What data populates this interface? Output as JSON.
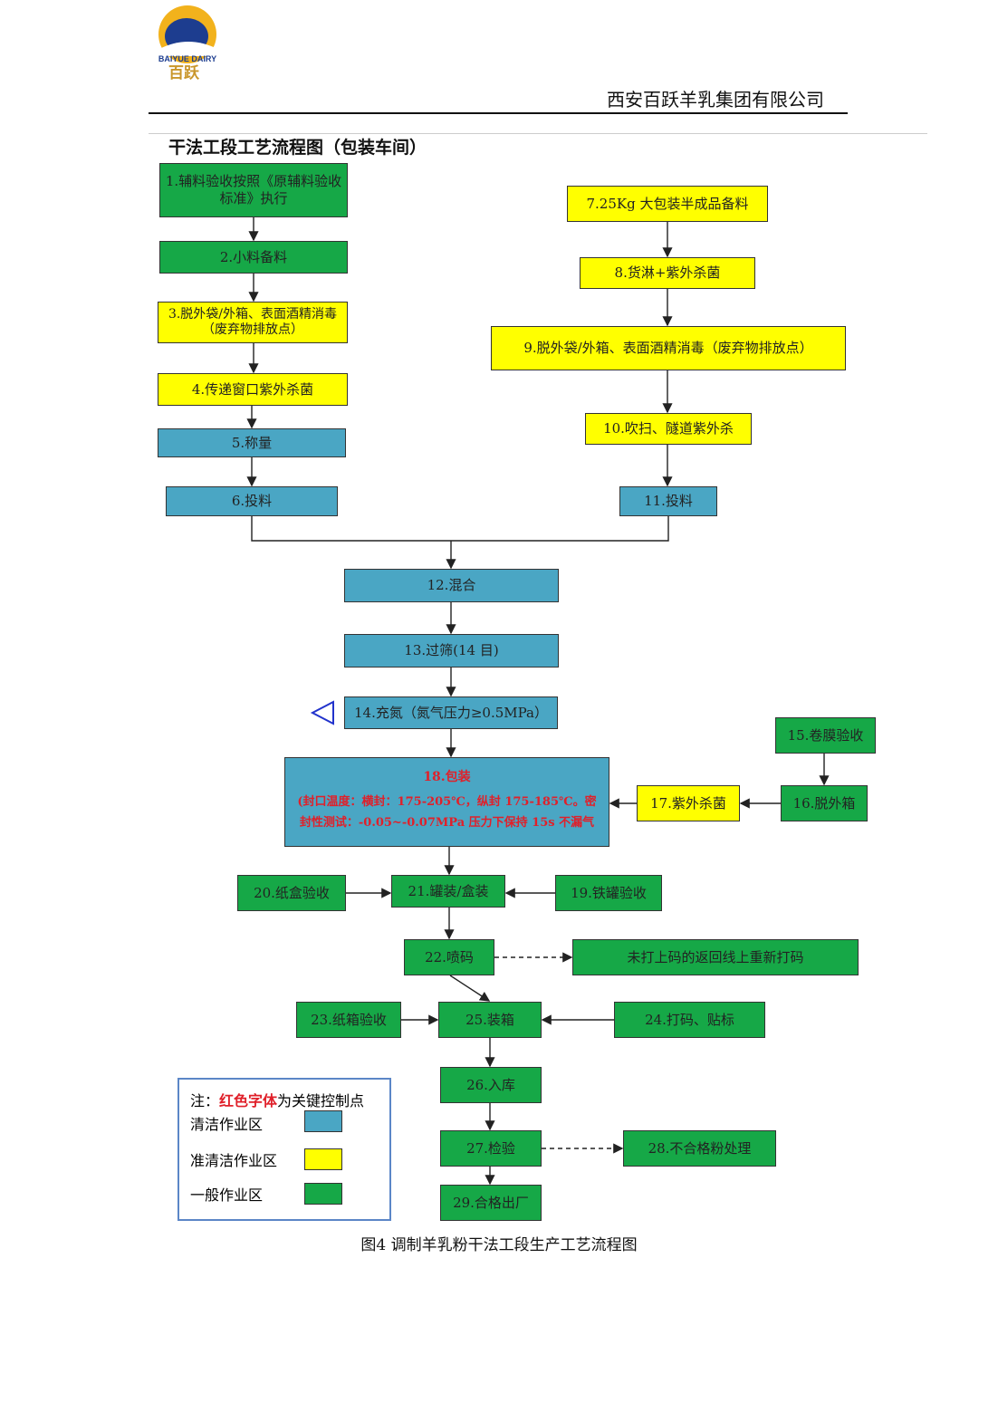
{
  "header": {
    "company": "西安百跃羊乳集团有限公司",
    "logo_text": "BAIYUE DAIRY 百跃"
  },
  "title": "干法工段工艺流程图（包装车间）",
  "steps": {
    "s1": "1.辅料验收按照《原辅料验收标准》执行",
    "s2": "2.小料备料",
    "s3": "3.脱外袋/外箱、表面酒精消毒（废弃物排放点）",
    "s4": "4.传递窗口紫外杀菌",
    "s5": "5.称量",
    "s6": "6.投料",
    "s7": "7.25Kg 大包装半成品备料",
    "s8": "8.货淋+紫外杀菌",
    "s9": "9.脱外袋/外箱、表面酒精消毒（废弃物排放点）",
    "s10": "10.吹扫、隧道紫外杀",
    "s11": "11.投料",
    "s12": "12.混合",
    "s13": "13.过筛(14 目)",
    "s14": "14.充氮（氮气压力≥0.5MPa）",
    "s15": "15.卷膜验收",
    "s16": "16.脱外箱",
    "s17": "17.紫外杀菌",
    "s18_title": "18.包装",
    "s18_detail": "(封口温度：横封：175-205℃，纵封 175-185℃。密封性测试：-0.05~-0.07MPa 压力下保持 15s 不漏气",
    "s19": "19.铁罐验收",
    "s20": "20.纸盒验收",
    "s21": "21.罐装/盒装",
    "s22": "22.喷码",
    "s22_note": "未打上码的返回线上重新打码",
    "s23": "23.纸箱验收",
    "s24": "24.打码、贴标",
    "s25": "25.装箱",
    "s26": "26.入库",
    "s27": "27.检验",
    "s28": "28.不合格粉处理",
    "s29": "29.合格出厂"
  },
  "legend": {
    "note_prefix": "注：",
    "note_red": "红色字体",
    "note_suffix": "为关键控制点",
    "clean": "清洁作业区",
    "semi_clean": "准清洁作业区",
    "general": "一般作业区"
  },
  "colors": {
    "clean": "#4aa6c4",
    "semi_clean": "#ffff00",
    "general": "#16a847",
    "critical": "#e0202a"
  },
  "caption": "图4 调制羊乳粉干法工段生产工艺流程图"
}
